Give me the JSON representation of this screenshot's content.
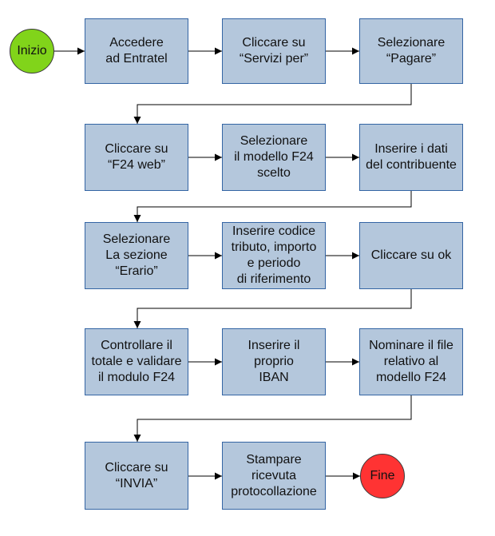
{
  "start": "Inizio",
  "end": "Fine",
  "colors": {
    "box_fill": "#b4c7dc",
    "box_border": "#3465a4",
    "start_fill": "#81d41a",
    "end_fill": "#ff3333",
    "connector": "#000000"
  },
  "steps": [
    "Accedere\nad Entratel",
    "Cliccare su\n“Servizi per”",
    "Selezionare\n“Pagare”",
    "Cliccare su\n“F24 web”",
    "Selezionare\nil modello F24\nscelto",
    "Inserire i dati\ndel contribuente",
    "Selezionare\nLa sezione\n“Erario”",
    "Inserire codice\ntributo, importo\ne periodo\ndi riferimento",
    "Cliccare su ok",
    "Controllare il\ntotale e validare\nil modulo F24",
    "Inserire il\nproprio\nIBAN",
    "Nominare il file\nrelativo al\nmodello F24",
    "Cliccare su\n“INVIA”",
    "Stampare\nricevuta\nprotocollazione"
  ]
}
